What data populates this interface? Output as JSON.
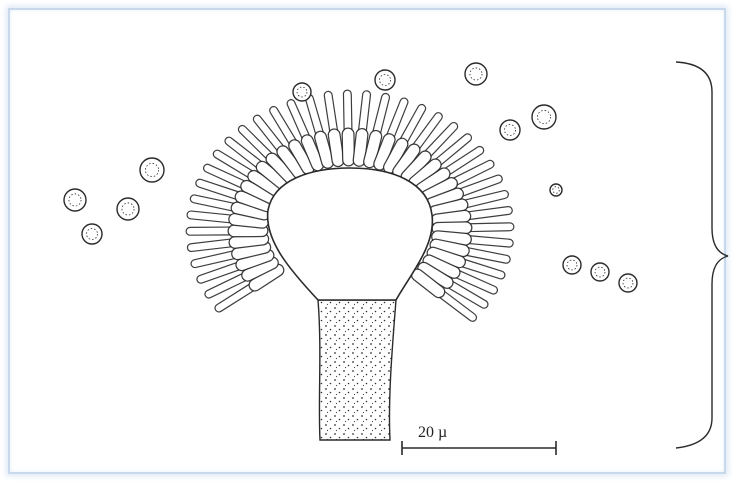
{
  "figure": {
    "scale_bar": {
      "label": "20 µ"
    },
    "colors": {
      "ink": "#2a2a2a",
      "frame": "#c9d9ec",
      "background": "#ffffff"
    },
    "parts": [
      "conidiophore-stalk",
      "vesicle",
      "metulae",
      "phialides",
      "conidia",
      "bracket"
    ]
  }
}
